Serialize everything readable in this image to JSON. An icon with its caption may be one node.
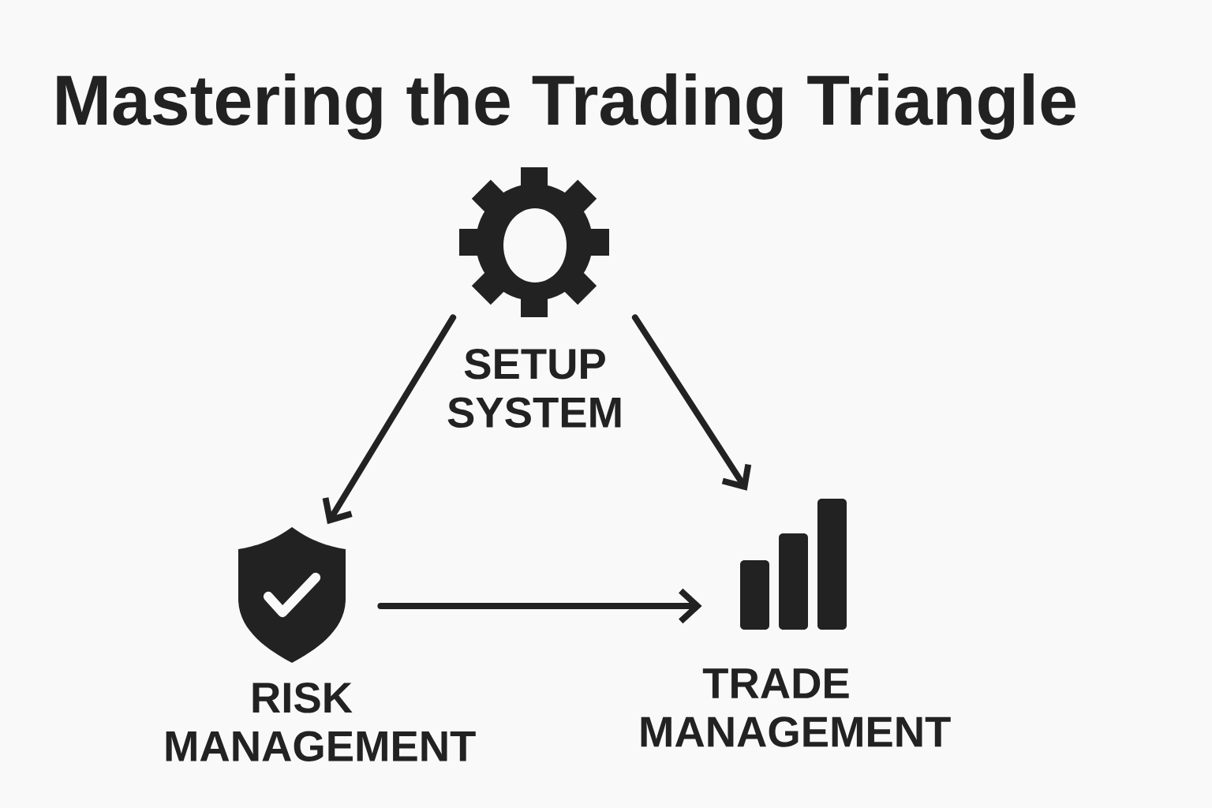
{
  "diagram": {
    "title": "Mastering the Trading Triangle",
    "nodes": [
      {
        "text": [
          "SETUP SYSTEM"
        ]
      },
      {
        "text": [
          "RISK MANAGEMENT"
        ]
      },
      {
        "text": [
          "TRADE MANAGEMENT"
        ]
      }
    ],
    "edges": [
      {
        "from": 0,
        "to": 1,
        "arrow": "to"
      },
      {
        "from": 0,
        "to": 2,
        "arrow": "to"
      },
      {
        "from": 1,
        "to": 2,
        "arrow": "to"
      }
    ]
  }
}
